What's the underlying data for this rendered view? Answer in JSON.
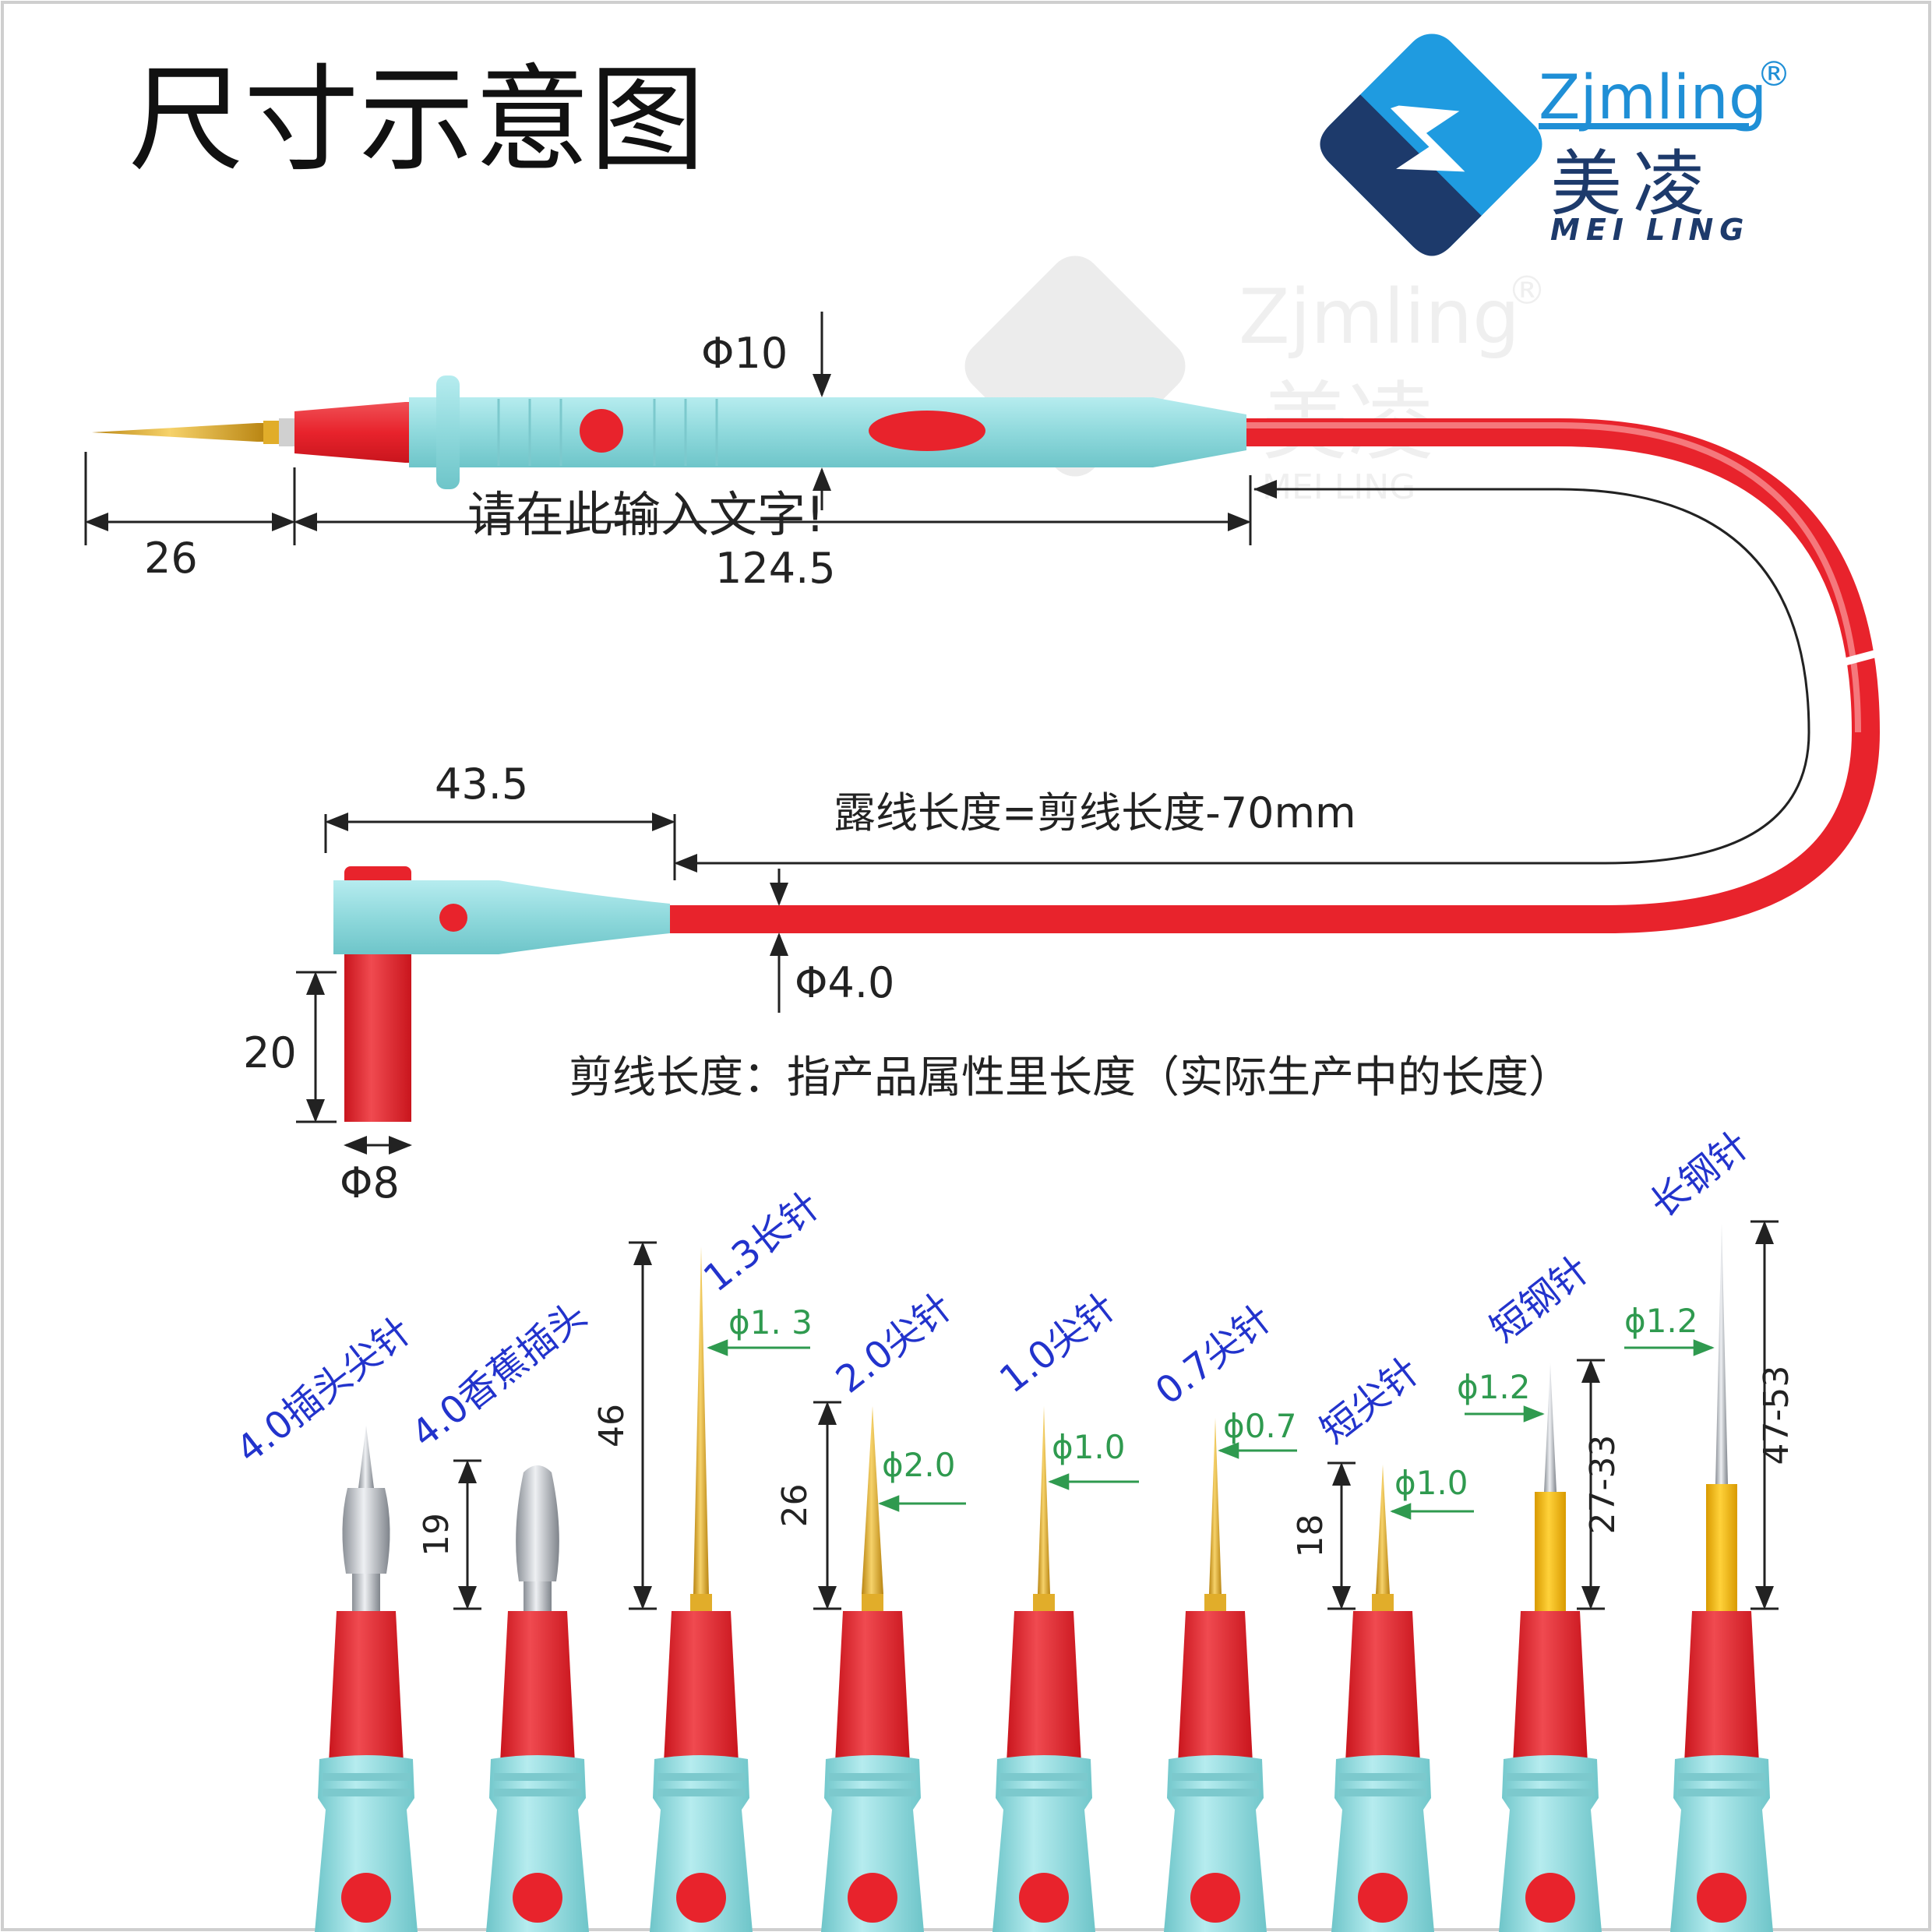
{
  "title": "尺寸示意图",
  "brand": {
    "name": "Zjmling",
    "registered": "®",
    "name_cn": "美凌",
    "name_en": "MEI LING"
  },
  "watermark": {
    "name": "Zjmling",
    "registered": "®",
    "name_cn": "美凌",
    "name_en": "MEI LING"
  },
  "placeholder_text": "请在此输入文字!",
  "dimensions": {
    "handle_diameter": "Φ10",
    "tip_length": "26",
    "handle_length": "124.5",
    "plug_length": "43.5",
    "exposed_wire_formula": "露线长度=剪线长度-70mm",
    "wire_diameter": "Φ4.0",
    "plug_height": "20",
    "plug_diameter": "Φ8",
    "cut_length_note": "剪线长度：指产品属性里长度（实际生产中的长度）"
  },
  "tips": [
    {
      "name": "4.0插头尖针",
      "length": "",
      "diameter": ""
    },
    {
      "name": "4.0香蕉插头",
      "length": "19",
      "diameter": ""
    },
    {
      "name": "1.3长针",
      "length": "46",
      "diameter": "ϕ1. 3"
    },
    {
      "name": "2.0尖针",
      "length": "26",
      "diameter": "ϕ2.0"
    },
    {
      "name": "1.0尖针",
      "length": "",
      "diameter": "ϕ1.0"
    },
    {
      "name": "0.7尖针",
      "length": "",
      "diameter": "ϕ0.7"
    },
    {
      "name": "短尖针",
      "length": "18",
      "diameter": "ϕ1.0"
    },
    {
      "name": "短钢针",
      "length": "27-33",
      "diameter": "ϕ1.2"
    },
    {
      "name": "长钢针",
      "length": "47-53",
      "diameter": "ϕ1.2"
    }
  ],
  "colors": {
    "red": "#e8232c",
    "cyan": "#8fd9dc",
    "gold": "#e1ad2a",
    "label_blue": "#2233cc",
    "dia_green": "#2f9a4f",
    "logo_blue": "#1f9be0",
    "logo_navy": "#1d3a6b"
  }
}
